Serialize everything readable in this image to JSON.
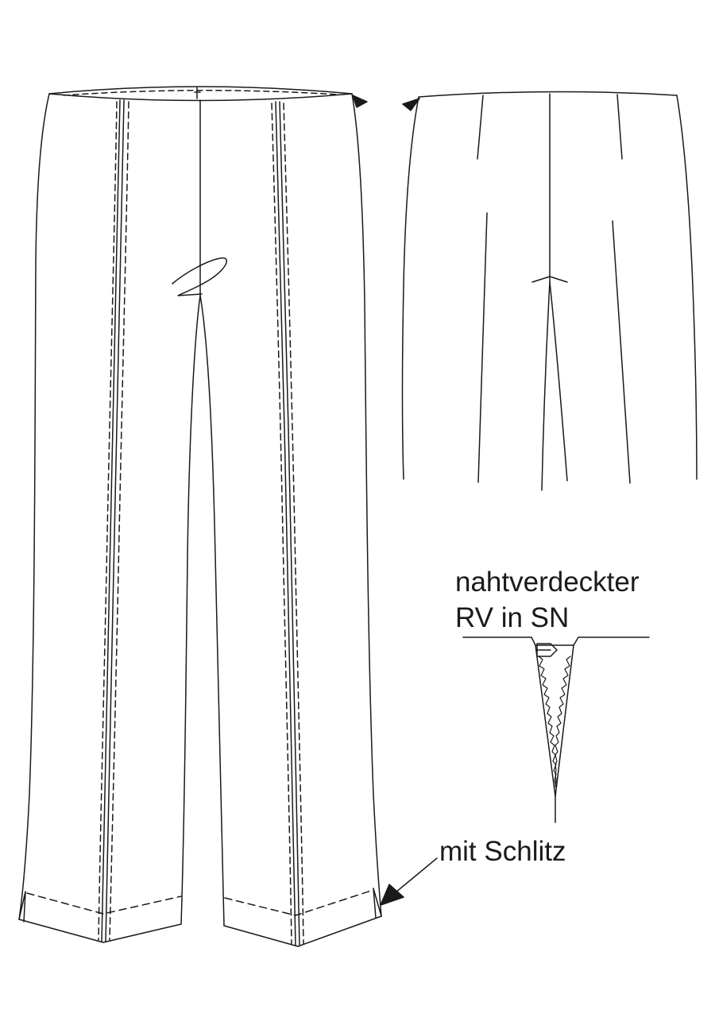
{
  "labels": {
    "zipper_line1": "nahtverdeckter",
    "zipper_line2": "RV in SN",
    "slit": "mit Schlitz"
  },
  "colors": {
    "stroke": "#1a1a1a",
    "background": "#ffffff"
  }
}
